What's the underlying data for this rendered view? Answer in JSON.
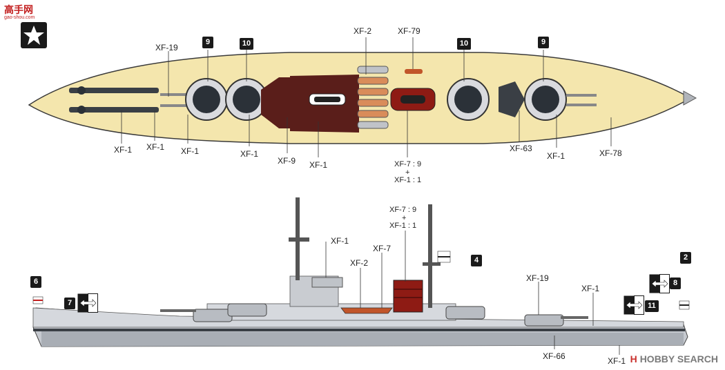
{
  "brand": {
    "logo_text": "高手网",
    "url": "gao-shou.com"
  },
  "watermark": {
    "prefix": "H",
    "text": "HOBBY SEARCH"
  },
  "colors": {
    "deck": "#f4e6ad",
    "hull": "#c6cad0",
    "turret": "#2b3138",
    "brown": "#5a1e1a",
    "red": "#8e1b14"
  },
  "top_view": {
    "labels": {
      "xf19": "XF-19",
      "xf1_a": "XF-1",
      "xf1_b": "XF-1",
      "xf1_c": "XF-1",
      "xf1_d": "XF-1",
      "xf9": "XF-9",
      "xf1_e": "XF-1",
      "xf2": "XF-2",
      "xf79": "XF-79",
      "mix_line1": "XF-7 : 9",
      "mix_plus": "+",
      "mix_line2": "XF-1 : 1",
      "xf63": "XF-63",
      "xf1_f": "XF-1",
      "xf78": "XF-78"
    },
    "badges": {
      "b9_left": "9",
      "b10_left": "10",
      "b10_right": "10",
      "b9_right": "9"
    }
  },
  "side_view": {
    "labels": {
      "xf1_mast": "XF-1",
      "mix_line1": "XF-7 : 9",
      "mix_plus": "+",
      "mix_line2": "XF-1 : 1",
      "xf7": "XF-7",
      "xf2": "XF-2",
      "xf19": "XF-19",
      "xf1_aft": "XF-1",
      "xf66": "XF-66",
      "xf1_bottom": "XF-1"
    },
    "badges": {
      "b6": "6",
      "b7": "7",
      "b4": "4",
      "b2": "2",
      "b8": "8",
      "b11": "11"
    }
  }
}
